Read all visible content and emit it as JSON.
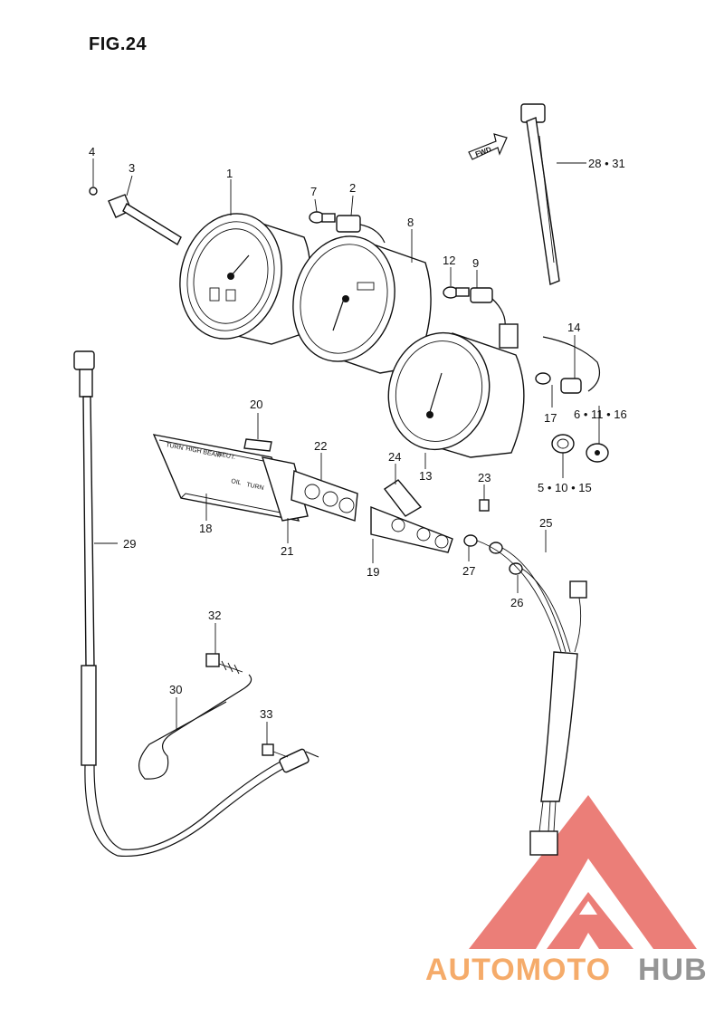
{
  "figure": {
    "title": "FIG.24"
  },
  "fwd_label": "FWD",
  "callouts": [
    {
      "id": "c1",
      "text": "1"
    },
    {
      "id": "c2",
      "text": "2"
    },
    {
      "id": "c3",
      "text": "3"
    },
    {
      "id": "c4",
      "text": "4"
    },
    {
      "id": "c7",
      "text": "7"
    },
    {
      "id": "c8",
      "text": "8"
    },
    {
      "id": "c12",
      "text": "12"
    },
    {
      "id": "c9",
      "text": "9"
    },
    {
      "id": "c28",
      "text": "28 • 31"
    },
    {
      "id": "c14",
      "text": "14"
    },
    {
      "id": "c17",
      "text": "17"
    },
    {
      "id": "c6",
      "text": "6 • 11 • 16"
    },
    {
      "id": "c5",
      "text": "5 • 10 • 15"
    },
    {
      "id": "c13",
      "text": "13"
    },
    {
      "id": "c20",
      "text": "20"
    },
    {
      "id": "c22",
      "text": "22"
    },
    {
      "id": "c24",
      "text": "24"
    },
    {
      "id": "c23",
      "text": "23"
    },
    {
      "id": "c25",
      "text": "25"
    },
    {
      "id": "c18",
      "text": "18"
    },
    {
      "id": "c21",
      "text": "21"
    },
    {
      "id": "c19",
      "text": "19"
    },
    {
      "id": "c27",
      "text": "27"
    },
    {
      "id": "c26",
      "text": "26"
    },
    {
      "id": "c29",
      "text": "29"
    },
    {
      "id": "c32",
      "text": "32"
    },
    {
      "id": "c30",
      "text": "30"
    },
    {
      "id": "c33",
      "text": "33"
    }
  ],
  "indicator_panel": {
    "labels": [
      "TURN",
      "HIGH BEAM",
      "NEUT.",
      "OIL",
      "TURN"
    ]
  },
  "watermark": {
    "part1": "AUTOMOTO",
    "part2": "HUB",
    "color1": "#f5a35a",
    "color2": "#8a8a8a",
    "logo_color": "#e5534b"
  }
}
